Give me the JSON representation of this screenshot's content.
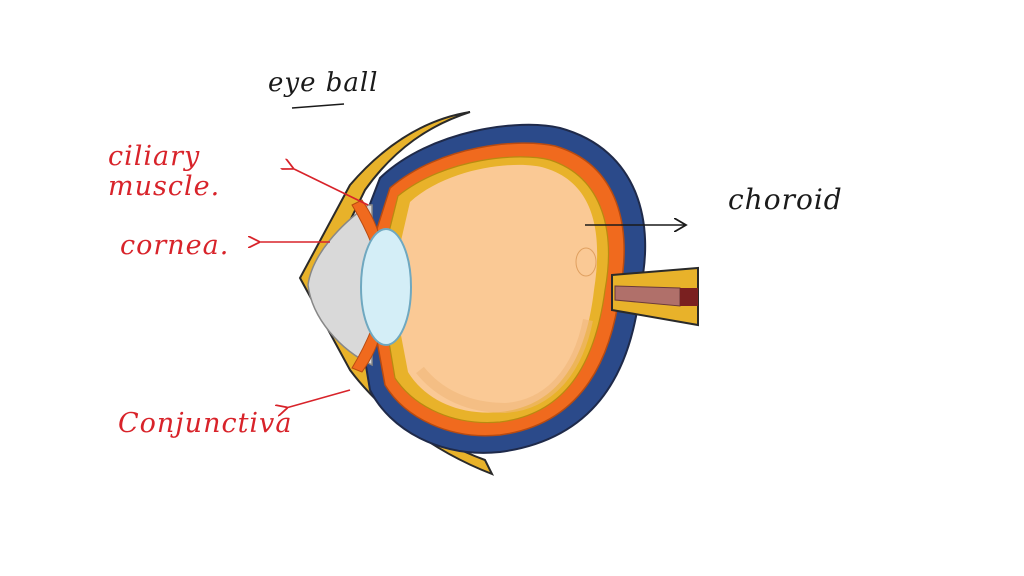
{
  "labels": {
    "title": "eye ball",
    "ciliary_muscle": "ciliary\nmuscle.",
    "cornea": "cornea.",
    "conjunctiva": "Conjunctiva",
    "choroid": "choroid"
  },
  "colors": {
    "sclera": "#2b4a8a",
    "choroid": "#f06a1e",
    "retina": "#e8b22a",
    "vitreous": "#fac995",
    "lens": "#d4eef7",
    "cornea": "#d9d9d9",
    "annotation_red": "#d8232a",
    "annotation_black": "#1a1a1a"
  }
}
